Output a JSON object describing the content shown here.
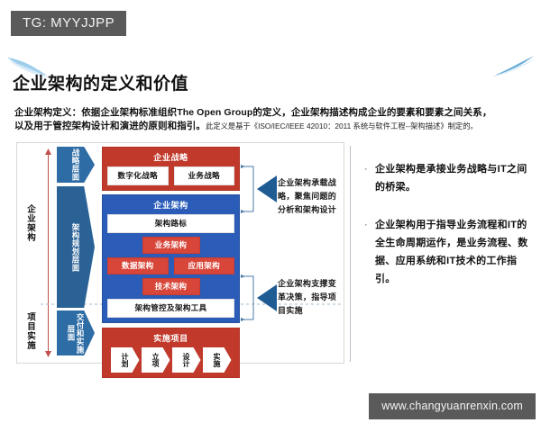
{
  "badge": {
    "label": "TG: MYYJJPP"
  },
  "title": "企业架构的定义和价值",
  "definition": {
    "line1": "企业架构定义：依据企业架构标准组织The Open Group的定义，企业架构描述构成企业的要素和要素之间关系，",
    "line2": "以及用于管控架构设计和演进的原则和指引。",
    "fine": "此定义是基于《ISO/IEC/IEEE 42010：2011 系统与软件工程--架构描述》制定的。"
  },
  "diagram": {
    "scope_labels": {
      "enterprise_architecture": "企业架构",
      "project_implementation": "项目实施"
    },
    "layers": {
      "strategy": "战略层面",
      "planning": "架构规划层面",
      "delivery": "交付和实施层面"
    },
    "strategy_box": {
      "title": "企业战略",
      "items": [
        "数字化战略",
        "业务战略"
      ]
    },
    "ea_box": {
      "title": "企业架构",
      "roadmap": "架构路标",
      "business": "业务架构",
      "data": "数据架构",
      "application": "应用架构",
      "technology": "技术架构",
      "governance": "架构管控及架构工具"
    },
    "project_box": {
      "title": "实施项目",
      "phases": [
        "计划",
        "立项",
        "设计",
        "实施"
      ]
    },
    "annotations": [
      "企业架构承载战略，聚焦问题的分析和架构设计",
      "企业架构支撑变革决策，指导项目实施"
    ]
  },
  "bullets": [
    "企业架构是承接业务战略与IT之间的桥梁。",
    "企业架构用于指导业务流程和IT的全生命周期运作，是业务流程、数据、应用系统和IT技术的工作指引。"
  ],
  "watermark": "www.changyuanrenxin.com",
  "colors": {
    "badge_bg": "#5a5a5a",
    "red": "#c0392b",
    "red_light": "#d8463a",
    "blue": "#2a5cb8",
    "chevron_blue": "#2d6ca5",
    "triangle_blue": "#1f5c94",
    "axis_red": "#c0504d"
  }
}
